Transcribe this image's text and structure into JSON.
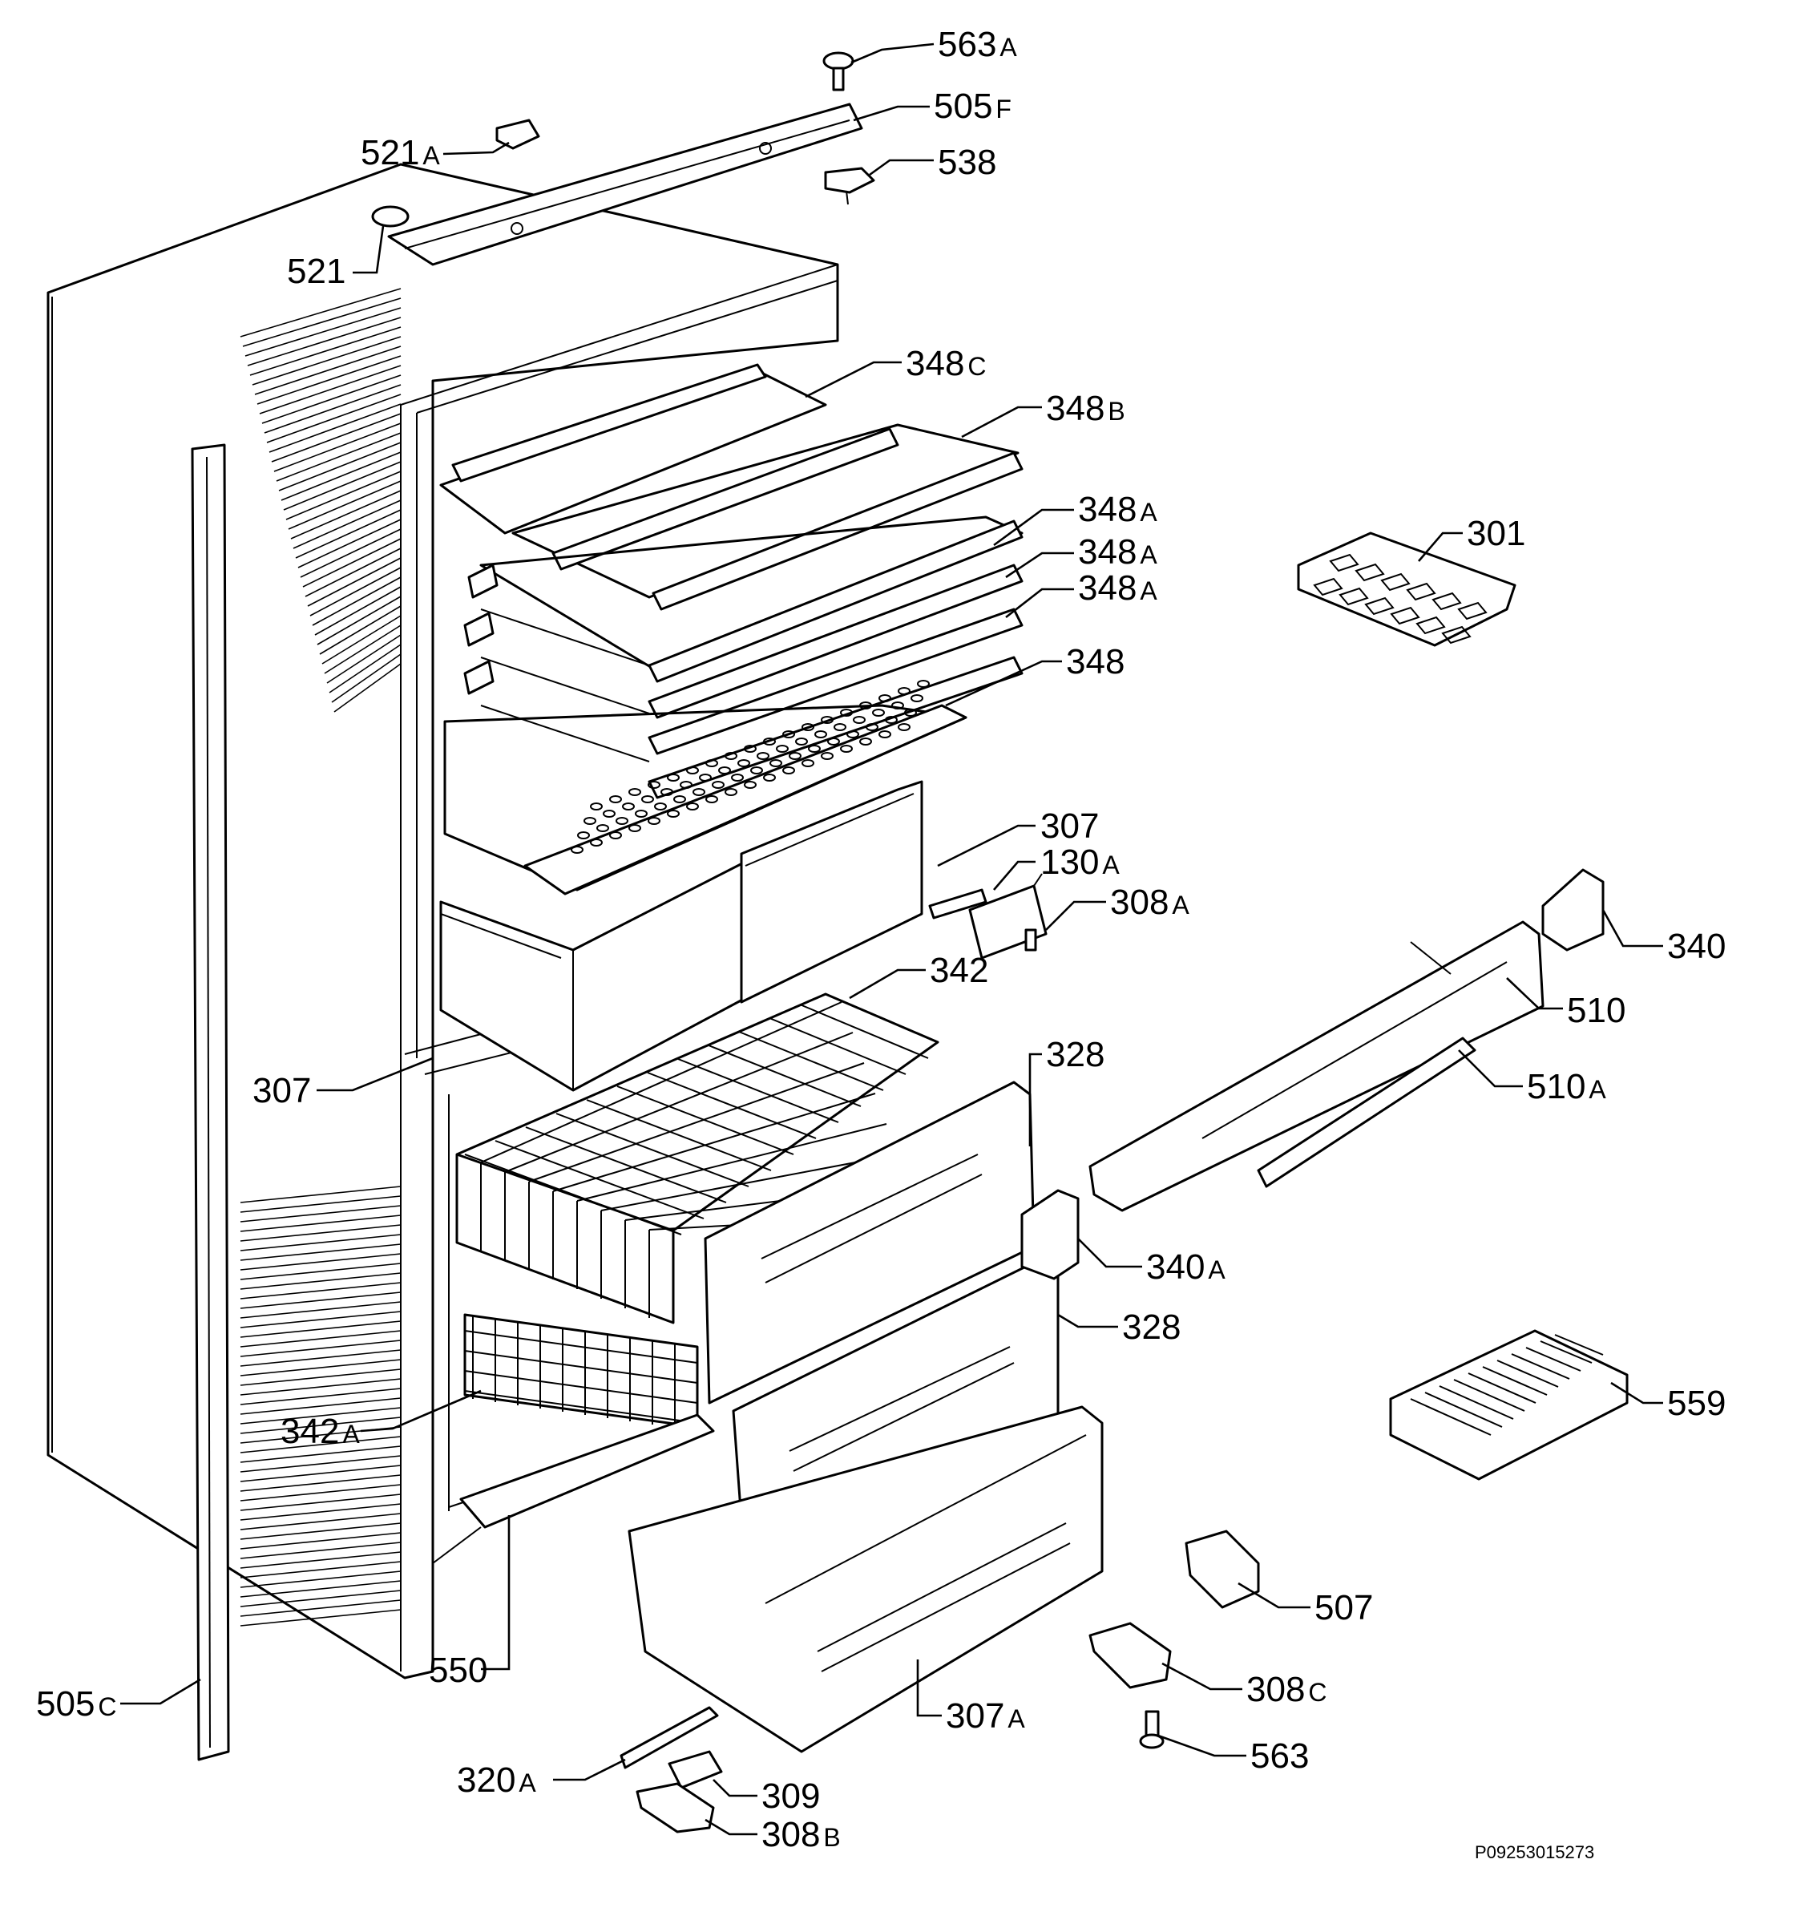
{
  "diagram": {
    "code": "P09253015273",
    "callouts": [
      {
        "id": "563A",
        "num": "563",
        "suffix": "A"
      },
      {
        "id": "505F",
        "num": "505",
        "suffix": "F"
      },
      {
        "id": "521A",
        "num": "521",
        "suffix": "A"
      },
      {
        "id": "538",
        "num": "538",
        "suffix": ""
      },
      {
        "id": "521",
        "num": "521",
        "suffix": ""
      },
      {
        "id": "348C",
        "num": "348",
        "suffix": "C"
      },
      {
        "id": "348B",
        "num": "348",
        "suffix": "B"
      },
      {
        "id": "348A-1",
        "num": "348",
        "suffix": "A"
      },
      {
        "id": "348A-2",
        "num": "348",
        "suffix": "A"
      },
      {
        "id": "348A-3",
        "num": "348",
        "suffix": "A"
      },
      {
        "id": "348",
        "num": "348",
        "suffix": ""
      },
      {
        "id": "301",
        "num": "301",
        "suffix": ""
      },
      {
        "id": "307-top",
        "num": "307",
        "suffix": ""
      },
      {
        "id": "130A",
        "num": "130",
        "suffix": "A"
      },
      {
        "id": "308A",
        "num": "308",
        "suffix": "A"
      },
      {
        "id": "340",
        "num": "340",
        "suffix": ""
      },
      {
        "id": "342",
        "num": "342",
        "suffix": ""
      },
      {
        "id": "510",
        "num": "510",
        "suffix": ""
      },
      {
        "id": "328-top",
        "num": "328",
        "suffix": ""
      },
      {
        "id": "510A",
        "num": "510",
        "suffix": "A"
      },
      {
        "id": "307-left",
        "num": "307",
        "suffix": ""
      },
      {
        "id": "340A",
        "num": "340",
        "suffix": "A"
      },
      {
        "id": "328-mid",
        "num": "328",
        "suffix": ""
      },
      {
        "id": "559",
        "num": "559",
        "suffix": ""
      },
      {
        "id": "342A",
        "num": "342",
        "suffix": "A"
      },
      {
        "id": "507",
        "num": "507",
        "suffix": ""
      },
      {
        "id": "550",
        "num": "550",
        "suffix": ""
      },
      {
        "id": "308C",
        "num": "308",
        "suffix": "C"
      },
      {
        "id": "505C",
        "num": "505",
        "suffix": "C"
      },
      {
        "id": "307A",
        "num": "307",
        "suffix": "A"
      },
      {
        "id": "563",
        "num": "563",
        "suffix": ""
      },
      {
        "id": "320A",
        "num": "320",
        "suffix": "A"
      },
      {
        "id": "309",
        "num": "309",
        "suffix": ""
      },
      {
        "id": "308B",
        "num": "308",
        "suffix": "B"
      }
    ]
  }
}
